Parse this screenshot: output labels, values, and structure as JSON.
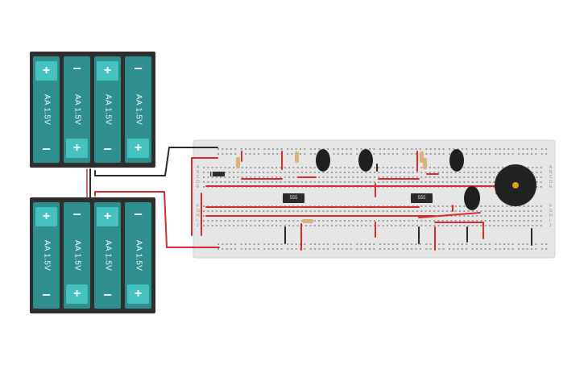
{
  "battery_packs": [
    {
      "id": "pack-top",
      "cells": [
        {
          "label": "AA 1.5V",
          "top_terminal": "+",
          "bottom_terminal": "−"
        },
        {
          "label": "AA 1.5V",
          "top_terminal": "−",
          "bottom_terminal": "+"
        },
        {
          "label": "AA 1.5V",
          "top_terminal": "+",
          "bottom_terminal": "−"
        },
        {
          "label": "AA 1.5V",
          "top_terminal": "−",
          "bottom_terminal": "+"
        }
      ]
    },
    {
      "id": "pack-bottom",
      "cells": [
        {
          "label": "AA 1.5V",
          "top_terminal": "+",
          "bottom_terminal": "−"
        },
        {
          "label": "AA 1.5V",
          "top_terminal": "−",
          "bottom_terminal": "+"
        },
        {
          "label": "AA 1.5V",
          "top_terminal": "+",
          "bottom_terminal": "−"
        },
        {
          "label": "AA 1.5V",
          "top_terminal": "−",
          "bottom_terminal": "+"
        }
      ]
    }
  ],
  "chips": [
    {
      "label": "555"
    },
    {
      "label": "555"
    }
  ],
  "breadboard": {
    "row_letters_top": [
      "A",
      "B",
      "C",
      "D",
      "E"
    ],
    "row_letters_bottom": [
      "F",
      "G",
      "H",
      "I",
      "J"
    ]
  },
  "colors": {
    "wire_red": "#d92b2b",
    "wire_black": "#2a2a2a",
    "breadboard": "#e6e6e6",
    "battery_cell": "#2f8f8f",
    "battery_cap": "#45c2c0",
    "buzzer": "#222222",
    "buzzer_center": "#d9a21c"
  }
}
